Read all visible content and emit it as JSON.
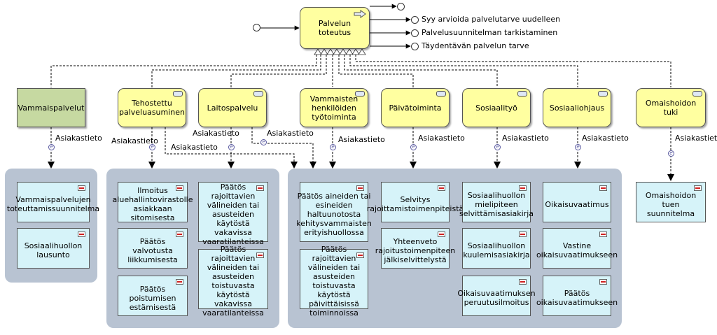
{
  "main_process": {
    "label": "Palvelun toteutus"
  },
  "outputs": [
    "Syy arvioida palvelutarve uudelleen",
    "Palvelusuunnitelman tarkistaminen",
    "Täydentävän palvelun tarve"
  ],
  "subprocesses": {
    "vammaispalvelut": "Vammaispalvelut",
    "tehostettu": "Tehostettu palveluasuminen",
    "laitospalvelu": "Laitospalvelu",
    "vammaisten": "Vammaisten henkilöiden työtoiminta",
    "paivatoiminta": "Päivätoiminta",
    "sosiaalityo": "Sosiaalityö",
    "sosiaaliohjaus": "Sosiaaliohjaus",
    "omaishoidon": "Omaishoidon tuki"
  },
  "flow_label": "Asiakastieto",
  "documents": {
    "vp_toteuttamis": "Vammaispalvelujen toteuttamissuunnitelma",
    "sh_lausunto": "Sosiaalihuollon lausunto",
    "ilmoitus": "Ilmoitus aluehallintovirastolle asiakkaan sitomisesta",
    "valvottu": "Päätös valvotusta liikkumisesta",
    "poistuminen": "Päätös poistumisen estämisestä",
    "rajoittavien_vaara": "Päätös rajoittavien välineiden tai asusteiden käytöstä vakavissa vaaratilanteissa",
    "rajoittavien_toistuva_vaara": "Päätös rajoittavien välineiden tai asusteiden toistuvasta käytöstä vakavissa vaaratilanteissa",
    "aineiden": "Päätös aineiden tai esineiden haltuunotosta kehitysvammaisten erityishuollossa",
    "rajoittavien_paiv": "Päätös rajoittavien välineiden tai asusteiden toistuvasta käytöstä päivittäisissä toiminnoissa",
    "selvitys": "Selvitys rajoittamistoimenpiteistä",
    "yhteenveto": "Yhteenveto rajoitustoimenpiteen jälkiselvittelystä",
    "mielipiteen": "Sosiaalihuollon mielipiteen selvittämisasiakirja",
    "kuulemis": "Sosiaalihuollon kuulemisasiakirja",
    "peruutus": "Oikaisuvaatimuksen peruutusilmoitus",
    "oikaisuvaatimus": "Oikaisuvaatimus",
    "vastine": "Vastine oikaisuvaatimukseen",
    "paatos_oikaisu": "Päätös oikaisuvaatimukseen",
    "omaishoidon_suunnitelma": "Omaishoidon tuen suunnitelma"
  },
  "colors": {
    "process_fill": "#ffffa0",
    "green_process_fill": "#c6d9a1",
    "document_fill": "#d6f3f9",
    "group_fill": "#b8c3d2"
  },
  "icons": [
    "forward-arrow-icon",
    "document-icon",
    "exclusive-gateway-icon",
    "event-circle-icon"
  ]
}
